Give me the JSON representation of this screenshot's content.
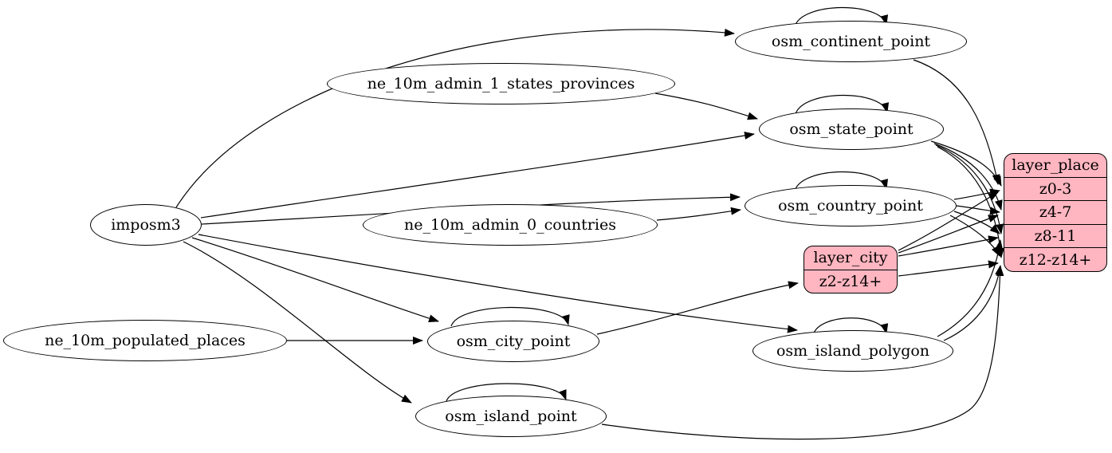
{
  "diagram_type": "etl-graph",
  "colors": {
    "background": "#ffffff",
    "node_fill": "#ffffff",
    "record_fill": "#ffb6c1",
    "stroke": "#000000"
  },
  "nodes": {
    "imposm3": {
      "label": "imposm3",
      "shape": "ellipse"
    },
    "ne_10m_admin_1_states_provinces": {
      "label": "ne_10m_admin_1_states_provinces",
      "shape": "ellipse"
    },
    "ne_10m_admin_0_countries": {
      "label": "ne_10m_admin_0_countries",
      "shape": "ellipse"
    },
    "ne_10m_populated_places": {
      "label": "ne_10m_populated_places",
      "shape": "ellipse"
    },
    "osm_continent_point": {
      "label": "osm_continent_point",
      "shape": "ellipse"
    },
    "osm_state_point": {
      "label": "osm_state_point",
      "shape": "ellipse"
    },
    "osm_country_point": {
      "label": "osm_country_point",
      "shape": "ellipse"
    },
    "osm_city_point": {
      "label": "osm_city_point",
      "shape": "ellipse"
    },
    "osm_island_polygon": {
      "label": "osm_island_polygon",
      "shape": "ellipse"
    },
    "osm_island_point": {
      "label": "osm_island_point",
      "shape": "ellipse"
    }
  },
  "records": {
    "layer_city": {
      "title": "layer_city",
      "rows": [
        "z2-z14+"
      ]
    },
    "layer_place": {
      "title": "layer_place",
      "rows": [
        "z0-3",
        "z4-7",
        "z8-11",
        "z12-z14+"
      ]
    }
  },
  "edges": [
    {
      "from": "imposm3",
      "to": "osm_continent_point"
    },
    {
      "from": "imposm3",
      "to": "osm_state_point"
    },
    {
      "from": "imposm3",
      "to": "osm_country_point"
    },
    {
      "from": "imposm3",
      "to": "osm_city_point"
    },
    {
      "from": "imposm3",
      "to": "osm_island_polygon"
    },
    {
      "from": "imposm3",
      "to": "osm_island_point"
    },
    {
      "from": "ne_10m_admin_1_states_provinces",
      "to": "osm_state_point"
    },
    {
      "from": "ne_10m_admin_0_countries",
      "to": "osm_country_point"
    },
    {
      "from": "ne_10m_populated_places",
      "to": "osm_city_point"
    },
    {
      "from": "osm_continent_point",
      "to": "osm_continent_point"
    },
    {
      "from": "osm_state_point",
      "to": "osm_state_point"
    },
    {
      "from": "osm_country_point",
      "to": "osm_country_point"
    },
    {
      "from": "osm_city_point",
      "to": "osm_city_point"
    },
    {
      "from": "osm_island_polygon",
      "to": "osm_island_polygon"
    },
    {
      "from": "osm_island_point",
      "to": "osm_island_point"
    },
    {
      "from": "osm_city_point",
      "to": "layer_city",
      "port": "z2-z14+"
    },
    {
      "from": "osm_continent_point",
      "to": "layer_place",
      "port": "z0-3"
    },
    {
      "from": "osm_state_point",
      "to": "layer_place",
      "port": "z0-3"
    },
    {
      "from": "osm_state_point",
      "to": "layer_place",
      "port": "z4-7"
    },
    {
      "from": "osm_state_point",
      "to": "layer_place",
      "port": "z8-11"
    },
    {
      "from": "osm_state_point",
      "to": "layer_place",
      "port": "z12-z14+"
    },
    {
      "from": "osm_country_point",
      "to": "layer_place",
      "port": "z0-3"
    },
    {
      "from": "osm_country_point",
      "to": "layer_place",
      "port": "z4-7"
    },
    {
      "from": "osm_country_point",
      "to": "layer_place",
      "port": "z8-11"
    },
    {
      "from": "osm_country_point",
      "to": "layer_place",
      "port": "z12-z14+"
    },
    {
      "from": "layer_city",
      "to": "layer_place",
      "port": "z0-3"
    },
    {
      "from": "layer_city",
      "to": "layer_place",
      "port": "z4-7"
    },
    {
      "from": "layer_city",
      "to": "layer_place",
      "port": "z8-11"
    },
    {
      "from": "layer_city",
      "to": "layer_place",
      "port": "z12-z14+"
    },
    {
      "from": "osm_island_polygon",
      "to": "layer_place",
      "port": "z8-11"
    },
    {
      "from": "osm_island_polygon",
      "to": "layer_place",
      "port": "z12-z14+"
    },
    {
      "from": "osm_island_point",
      "to": "layer_place",
      "port": "z12-z14+"
    }
  ]
}
